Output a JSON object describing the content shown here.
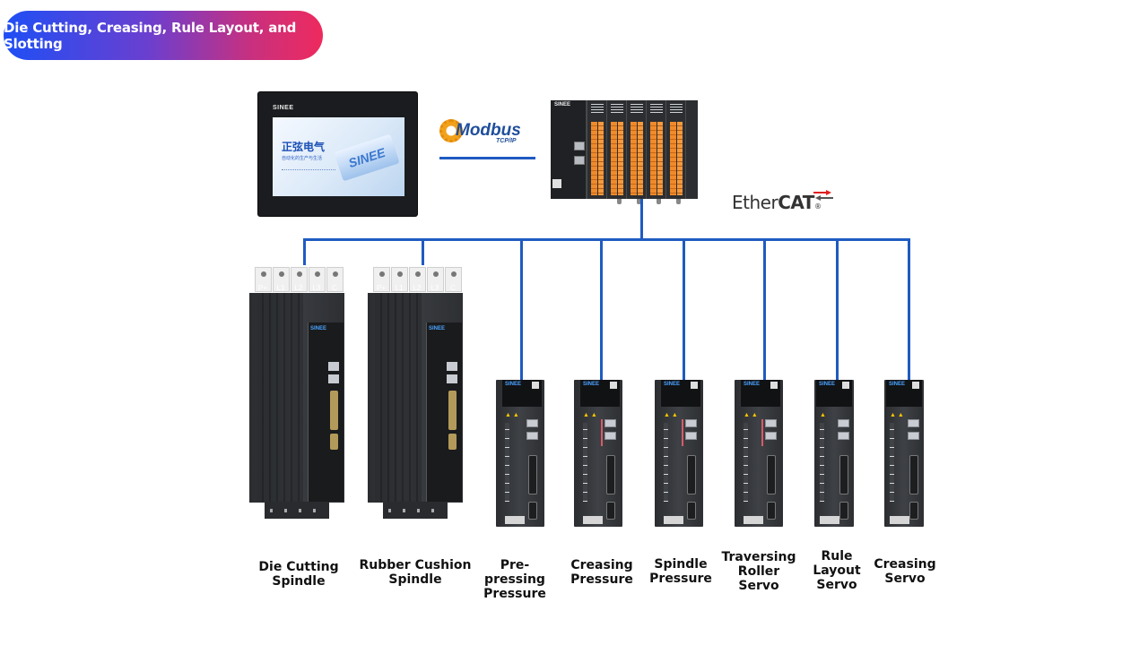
{
  "title": "Die Cutting, Creasing, Rule Layout, and Slotting",
  "colors": {
    "bus": "#1f5bc1",
    "title_gradient_start": "#1e4ff5",
    "title_gradient_end": "#ee2a5e"
  },
  "hmi": {
    "brand": "SINEE",
    "screen_heading": "正弦电气",
    "screen_subtext": "自动化的生产与生活",
    "screen_logo": "SINEE",
    "icon": "hmi-touchscreen"
  },
  "modbus": {
    "word": "Modbus",
    "sub": "TCP/IP"
  },
  "plc": {
    "brand": "SINEE",
    "icon": "plc-controller"
  },
  "ethercat": {
    "text_light": "Ether",
    "text_bold": "CAT",
    "reg": "®"
  },
  "drives": [
    {
      "label": "Die Cutting\nSpindle",
      "type": "spindle-drive"
    },
    {
      "label": "Rubber Cushion\nSpindle",
      "type": "spindle-drive"
    },
    {
      "label": "Pre-\npressing\nPressure",
      "type": "servo-drive"
    },
    {
      "label": "Creasing\nPressure",
      "type": "servo-drive"
    },
    {
      "label": "Spindle\nPressure",
      "type": "servo-drive"
    },
    {
      "label": "Traversing\nRoller\nServo",
      "type": "servo-drive"
    },
    {
      "label": "Rule\nLayout\nServo",
      "type": "servo-drive"
    },
    {
      "label": "Creasing\nServo",
      "type": "servo-drive"
    }
  ],
  "terminal_labels": [
    "P+",
    "L1",
    "L2",
    "L3",
    "C"
  ],
  "servo_brand": "SINEE"
}
